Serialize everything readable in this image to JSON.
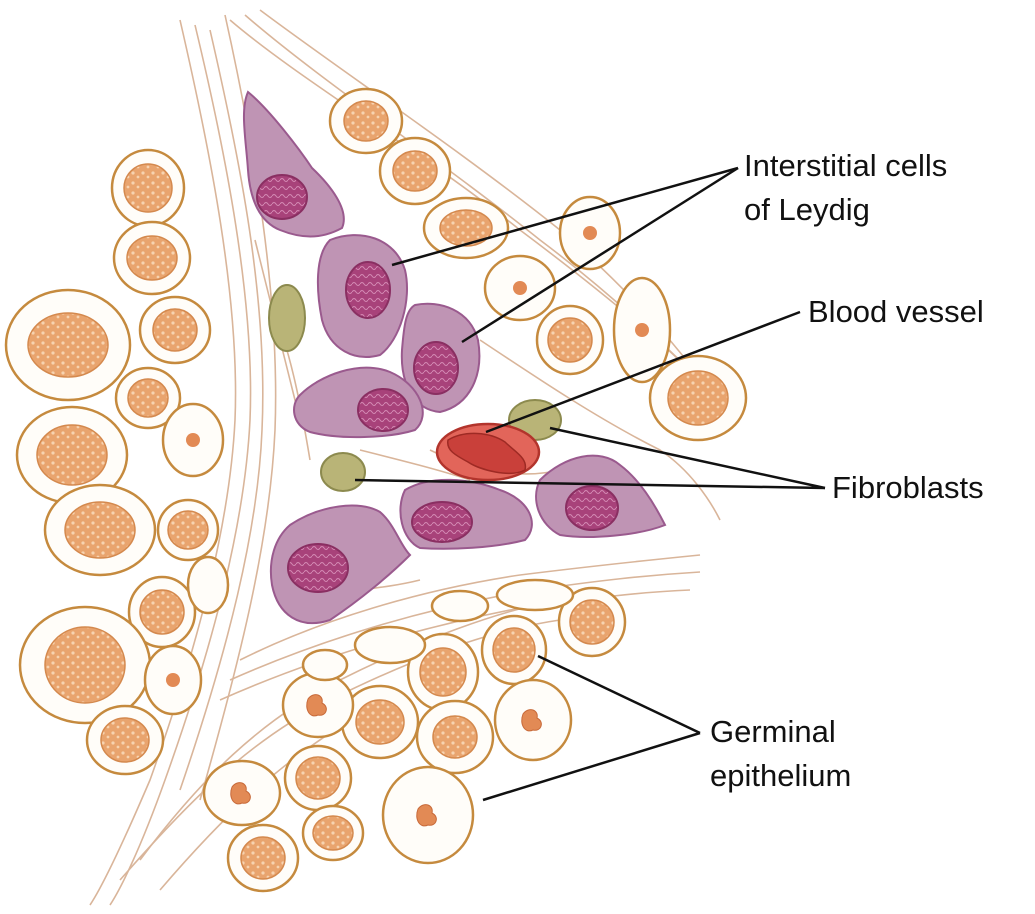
{
  "labels": {
    "leydig_line1": "Interstitial cells",
    "leydig_line2": "of Leydig",
    "blood_vessel": "Blood vessel",
    "fibroblasts": "Fibroblasts",
    "germinal_line1": "Germinal",
    "germinal_line2": "epithelium"
  },
  "colors": {
    "cell_outline": "#c58a3e",
    "cell_fill": "#fffdf9",
    "nucleus_fill": "#e9a46e",
    "fiber": "#d9b59a",
    "leydig_fill": "#bf94b4",
    "leydig_outline": "#9a5a8e",
    "leydig_nucleus": "#a8427a",
    "fibroblast_fill": "#b9b477",
    "fibroblast_outline": "#8c8a4e",
    "vessel_fill": "#e2655a",
    "vessel_outline": "#b2342c",
    "leader_line": "#111111"
  }
}
